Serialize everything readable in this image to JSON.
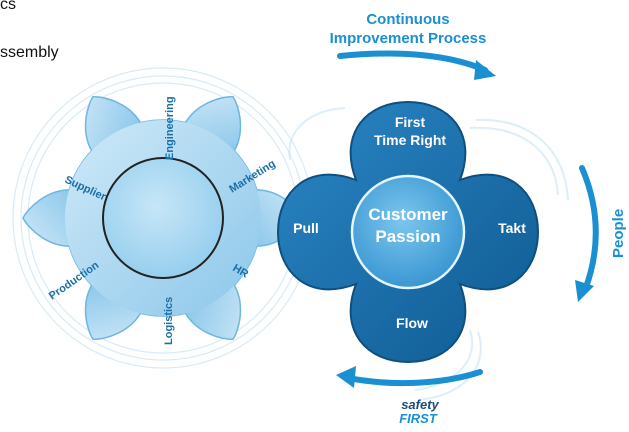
{
  "partial_text": {
    "line1": "cs",
    "line2": "ssembly"
  },
  "top_arrow": {
    "line1": "Continuous",
    "line2": "Improvement Process"
  },
  "side_arrow": {
    "label": "People"
  },
  "left_gear": {
    "labels": {
      "engineering": "Engineering",
      "marketing": "Marketing",
      "supplier": "Supplier",
      "hr": "HR",
      "production": "Production",
      "logistics": "Logistics"
    }
  },
  "right_gear": {
    "center_line1": "Customer",
    "center_line2": "Passion",
    "top_line1": "First",
    "top_line2": "Time Right",
    "left": "Pull",
    "right": "Takt",
    "bottom": "Flow"
  },
  "logo": {
    "line1": "safety",
    "line2": "FIRST"
  },
  "colors": {
    "left_gear_fill": "#a9d6ef",
    "left_gear_stroke": "#6fb6e0",
    "right_gear_fill": "#1b6ea9",
    "right_gear_dark": "#0f4f80",
    "center_circle": "#5ab2e4",
    "arrow": "#1a8fd1",
    "left_label": "#1a6fa8"
  }
}
